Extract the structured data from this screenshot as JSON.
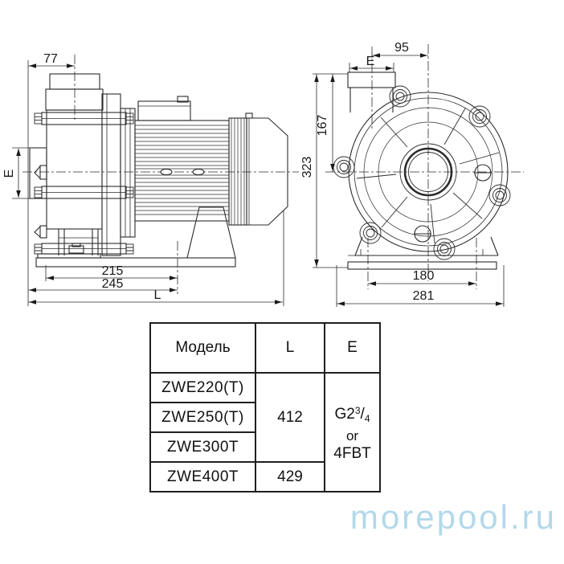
{
  "drawing": {
    "title": "pump-dimension-drawing",
    "line_color": "#2b2b2b",
    "dimensions": {
      "side": {
        "inlet_offset": "77",
        "port_bore": "E",
        "foot_span": "215",
        "base_length": "245",
        "overall_length": "L"
      },
      "front": {
        "port_offset": "95",
        "port_bore": "E",
        "axis_height": "167",
        "overall_height": "323",
        "foot_width": "180",
        "base_width": "281"
      }
    }
  },
  "table": {
    "headers": {
      "model": "Модель",
      "length": "L",
      "port": "E"
    },
    "rows": [
      {
        "model": "ZWE220(T)"
      },
      {
        "model": "ZWE250(T)"
      },
      {
        "model": "ZWE300T"
      },
      {
        "model": "ZWE400T"
      }
    ],
    "l_values": {
      "group1": "412",
      "group2": "429"
    },
    "e_value": {
      "prefix": "G2",
      "sup": "3",
      "slash": "/",
      "sub": "4",
      "middle": "or",
      "alt": "4FBT"
    }
  },
  "watermark": {
    "text": "morepool.ru",
    "color": "#b3d8eb"
  }
}
